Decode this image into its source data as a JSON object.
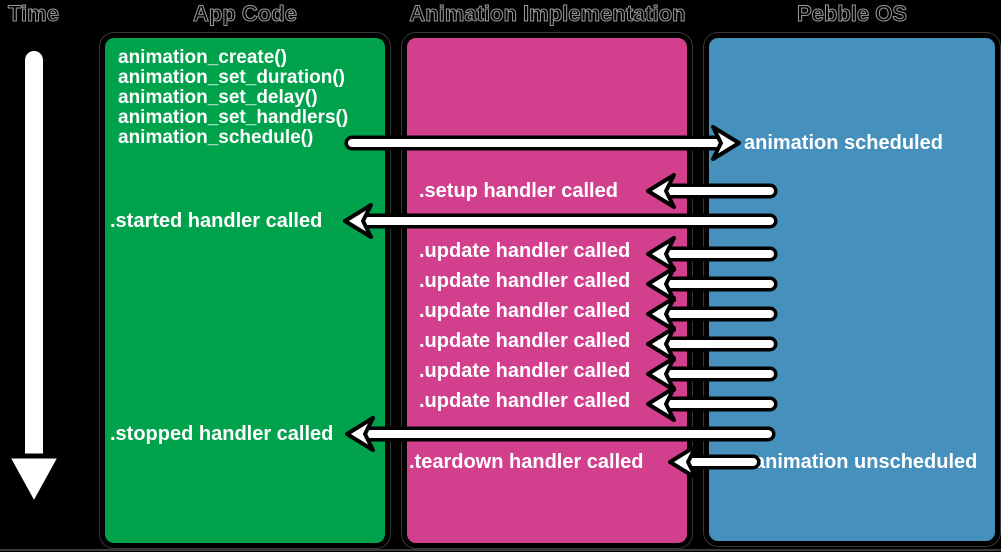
{
  "palette": {
    "background": "#000000",
    "green": "#00a24c",
    "magenta": "#d23f8d",
    "blue": "#4690bd",
    "label_text": "#ffffff",
    "header_text": "#000000",
    "header_outline": "#9a9a9a"
  },
  "headers": {
    "time": "Time",
    "app_code": "App Code",
    "animation_implementation": "Animation Implementation",
    "pebble_os": "Pebble OS"
  },
  "app_code": {
    "function_calls": [
      "animation_create()",
      "animation_set_duration()",
      "animation_set_delay()",
      "animation_set_handlers()",
      "animation_schedule()"
    ],
    "started_label": ".started handler called",
    "stopped_label": ".stopped handler called"
  },
  "animation_implementation": {
    "setup_label": ".setup handler called",
    "update_labels": [
      ".update handler called",
      ".update handler called",
      ".update handler called",
      ".update handler called",
      ".update handler called",
      ".update handler called"
    ],
    "teardown_label": ".teardown handler called"
  },
  "pebble_os": {
    "scheduled_label": "animation scheduled",
    "unscheduled_label": "animation unscheduled"
  },
  "icons": {
    "time_arrow": "down-arrow",
    "schedule_arrow": "right-arrow",
    "callback_arrows": "left-arrow"
  }
}
